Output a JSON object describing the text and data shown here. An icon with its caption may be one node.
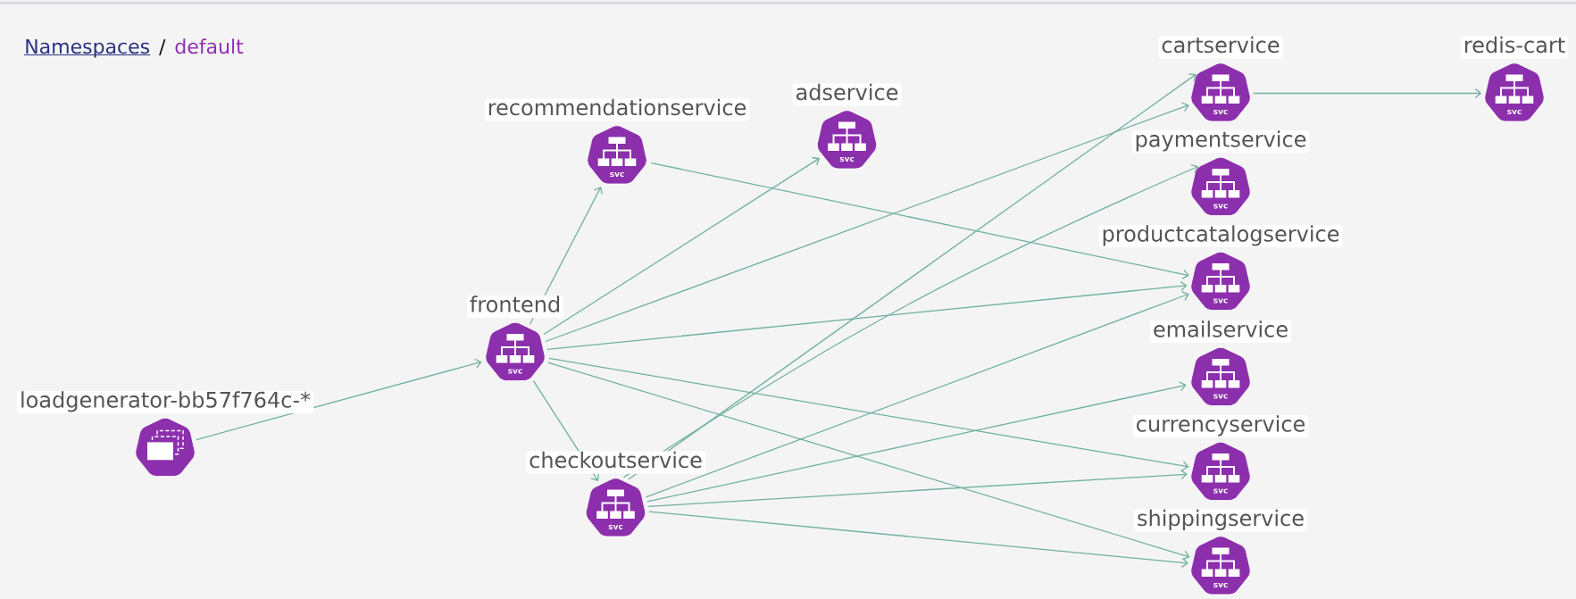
{
  "diagram": {
    "nodes": [
      {
        "text": [
          "loadgenerator-bb57f764c-*"
        ]
      },
      {
        "text": [
          "frontend",
          "svc"
        ]
      },
      {
        "text": [
          "recommendationservice",
          "svc"
        ]
      },
      {
        "text": [
          "adservice",
          "svc"
        ]
      },
      {
        "text": [
          "checkoutservice",
          "svc"
        ]
      },
      {
        "text": [
          "cartservice",
          "svc"
        ]
      },
      {
        "text": [
          "redis-cart",
          "svc"
        ]
      },
      {
        "text": [
          "paymentservice",
          "svc"
        ]
      },
      {
        "text": [
          "productcatalogservice",
          "svc"
        ]
      },
      {
        "text": [
          "emailservice",
          "svc"
        ]
      },
      {
        "text": [
          "currencyservice",
          "svc"
        ]
      },
      {
        "text": [
          "shippingservice",
          "svc"
        ]
      }
    ],
    "edges": [
      {
        "from": 0,
        "to": 1,
        "arrow": "to"
      },
      {
        "from": 1,
        "to": 2,
        "arrow": "to"
      },
      {
        "from": 1,
        "to": 3,
        "arrow": "to"
      },
      {
        "from": 1,
        "to": 5,
        "arrow": "to"
      },
      {
        "from": 1,
        "to": 8,
        "arrow": "to"
      },
      {
        "from": 1,
        "to": 10,
        "arrow": "to"
      },
      {
        "from": 1,
        "to": 11,
        "arrow": "to"
      },
      {
        "from": 1,
        "to": 4,
        "arrow": "to"
      },
      {
        "from": 2,
        "to": 8,
        "arrow": "to"
      },
      {
        "from": 4,
        "to": 5,
        "arrow": "to"
      },
      {
        "from": 4,
        "to": 7,
        "arrow": "to"
      },
      {
        "from": 4,
        "to": 8,
        "arrow": "to"
      },
      {
        "from": 4,
        "to": 9,
        "arrow": "to"
      },
      {
        "from": 4,
        "to": 10,
        "arrow": "to"
      },
      {
        "from": 4,
        "to": 11,
        "arrow": "to"
      },
      {
        "from": 5,
        "to": 6,
        "arrow": "to"
      }
    ],
    "labels": [
      "Namespaces",
      "/",
      "default"
    ]
  }
}
